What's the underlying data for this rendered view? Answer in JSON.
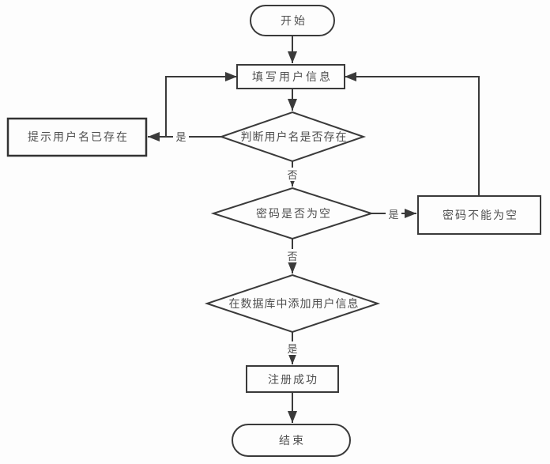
{
  "flowchart": {
    "nodes": {
      "start": "开始",
      "fill_user_info": "填写用户信息",
      "check_username_exists": "判断用户名是否存在",
      "username_exists_hint": "提示用户名已存在",
      "password_empty_check": "密码是否为空",
      "password_not_empty_hint": "密码不能为空",
      "add_user_to_database": "在数据库中添加用户信息",
      "register_success": "注册成功",
      "end": "结束"
    },
    "edge_labels": {
      "username_exists_yes": "是",
      "username_exists_no": "否",
      "password_empty_yes": "是",
      "password_empty_no": "否",
      "add_user_yes": "是"
    },
    "colors": {
      "line": "#3a3a3a",
      "text": "#4f4f4f",
      "background": "#fdfdfd",
      "node_fill": "#fdfdfd"
    }
  }
}
